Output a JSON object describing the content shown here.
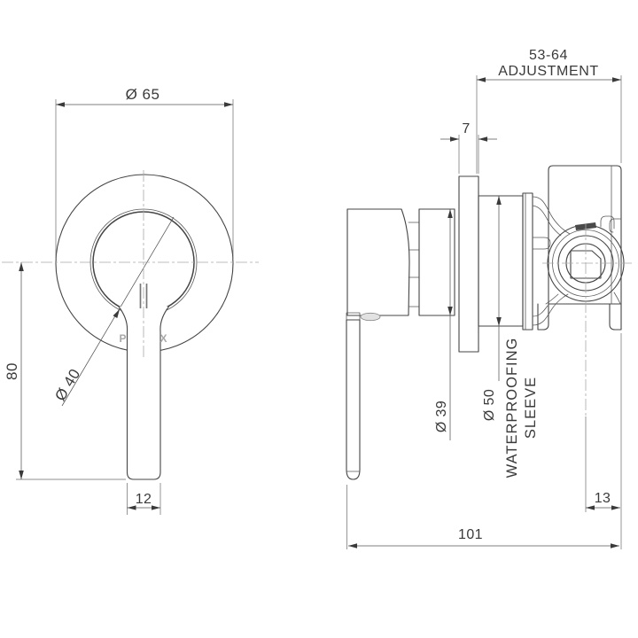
{
  "front_view": {
    "plate_diameter": "Ø 65",
    "handle_base_diameter": "Ø 40",
    "handle_length": "80",
    "lever_width": "12",
    "brand_visible_left": "P",
    "brand_visible_right": "X"
  },
  "side_view": {
    "adjustment_range": "53-64",
    "adjustment_label": "ADJUSTMENT",
    "plate_thickness": "7",
    "bonnet_diameter": "Ø 39",
    "sleeve_diameter": "Ø 50",
    "sleeve_label_line1": "WATERPROOFING",
    "sleeve_label_line2": "SLEEVE",
    "centre_offset": "13",
    "overall_depth": "101"
  },
  "colors": {
    "outline": "#454545",
    "dimension": "#3a3a3a",
    "centerline": "#a9a9a9",
    "brand": "#a8a8a8",
    "background": "#ffffff"
  }
}
